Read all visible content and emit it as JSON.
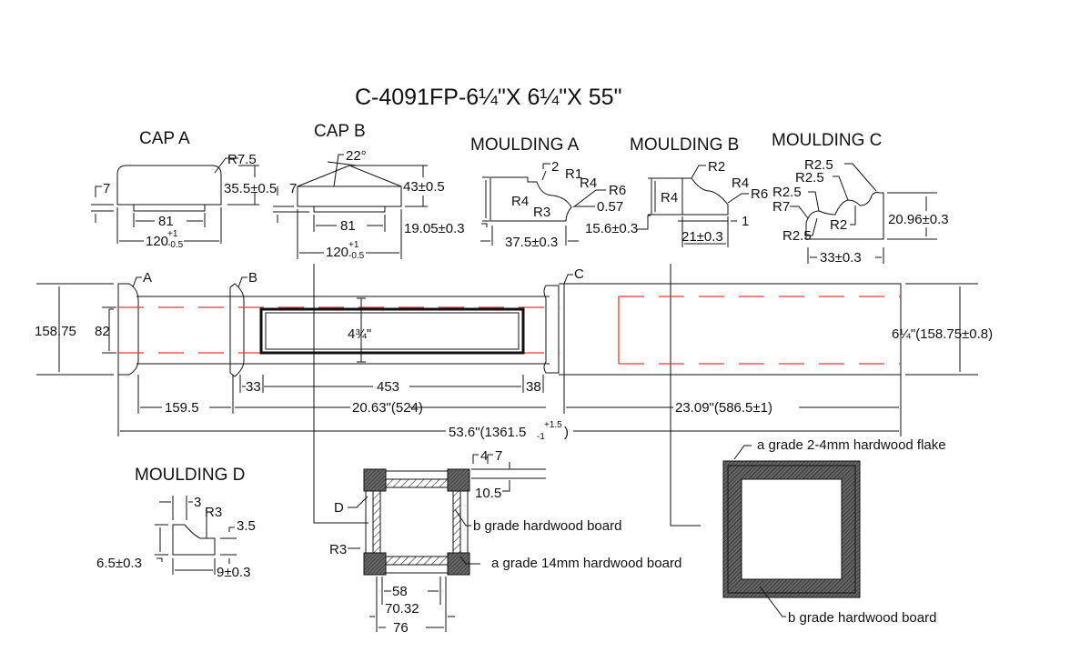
{
  "title": "C-4091FP-6¼\"X 6¼\"X 55\"",
  "cap_a": {
    "label": "CAP A",
    "radius": "R7.5",
    "height": "35.5±0.5",
    "step": "7",
    "inner": "81",
    "width": "120",
    "tol_plus": "+1",
    "tol_minus": "-0.5"
  },
  "cap_b": {
    "label": "CAP B",
    "angle": "22°",
    "height": "43±0.5",
    "step": "7",
    "inner": "81",
    "width": "120",
    "tol_plus": "+1",
    "tol_minus": "-0.5",
    "base_height": "19.05±0.3"
  },
  "moulding_a": {
    "label": "MOULDING A",
    "r2": "2",
    "r1": "R1",
    "r4a": "R4",
    "r6": "R6",
    "r4b": "R4",
    "r3": "R3",
    "d057": "0.57",
    "width": "37.5±0.3",
    "height": "15.6±0.3"
  },
  "moulding_b": {
    "label": "MOULDING B",
    "r2": "R2",
    "r4a": "R4",
    "r6": "R6",
    "r4b": "R4",
    "d1": "1",
    "width": "21±0.3"
  },
  "moulding_c": {
    "label": "MOULDING C",
    "r25a": "R2.5",
    "r25b": "R2.5",
    "r25c": "R2.5",
    "r7": "R7",
    "r2": "R2",
    "r25d": "R2.5",
    "height": "20.96±0.3",
    "width": "33±0.3"
  },
  "elevation": {
    "tag_a": "A",
    "tag_b": "B",
    "tag_c": "C",
    "overall_height": "158.75",
    "inner_height": "82",
    "panel_height": "4¾\"",
    "right_height": "6¼\"(158.75±0.8)",
    "d33": "33",
    "d453": "453",
    "d38": "38",
    "d1595": "159.5",
    "d524": "20.63\"(524)",
    "d5865": "23.09\"(586.5±1)",
    "total": "53.6\"(1361.5",
    "total_plus": "+1.5",
    "total_minus": "-1",
    "total_close": ")"
  },
  "moulding_d": {
    "label": "MOULDING D",
    "d3": "3",
    "r3": "R3",
    "d35": "3.5",
    "height": "6.5±0.3",
    "width": "9±0.3"
  },
  "section_small": {
    "tag_d": "D",
    "r3": "R3",
    "d4": "4",
    "d7": "7",
    "d105": "10.5",
    "d58": "58",
    "d7032": "70.32",
    "d76": "76",
    "note_b": "b grade hardwood board",
    "note_a": "a grade 14mm hardwood board"
  },
  "section_large": {
    "note_flake": "a grade 2-4mm hardwood flake",
    "note_b": "b grade hardwood board"
  }
}
